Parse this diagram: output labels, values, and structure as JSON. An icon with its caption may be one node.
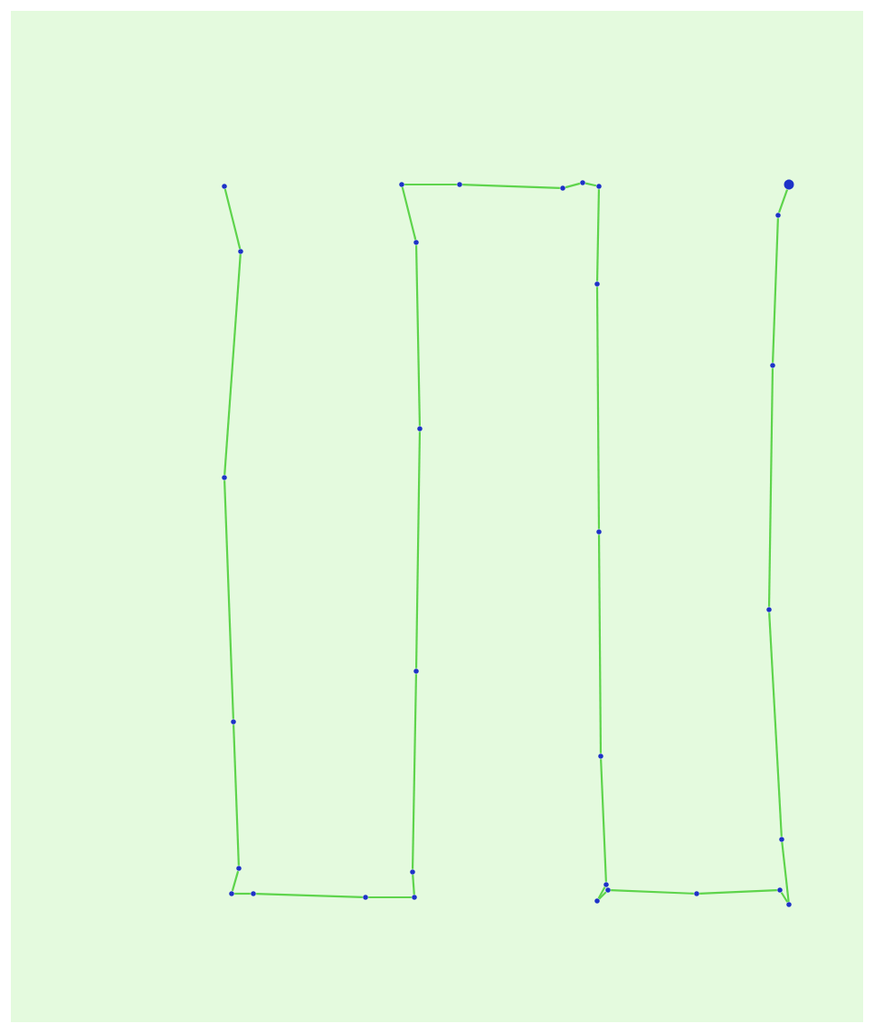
{
  "diagram": {
    "nodes": [
      {
        "text": [],
        "shape": "circle"
      },
      {
        "text": [],
        "shape": "circle"
      },
      {
        "text": [],
        "shape": "circle"
      },
      {
        "text": [],
        "shape": "circle"
      },
      {
        "text": [],
        "shape": "circle"
      },
      {
        "text": [],
        "shape": "circle"
      },
      {
        "text": [],
        "shape": "circle"
      },
      {
        "text": [],
        "shape": "circle"
      },
      {
        "text": [],
        "shape": "circle"
      },
      {
        "text": [],
        "shape": "circle"
      },
      {
        "text": [],
        "shape": "circle"
      },
      {
        "text": [],
        "shape": "circle"
      },
      {
        "text": [],
        "shape": "circle"
      },
      {
        "text": [],
        "shape": "circle"
      },
      {
        "text": [],
        "shape": "circle"
      },
      {
        "text": [],
        "shape": "circle"
      },
      {
        "text": [],
        "shape": "circle"
      },
      {
        "text": [],
        "shape": "circle"
      },
      {
        "text": [],
        "shape": "circle"
      },
      {
        "text": [],
        "shape": "circle"
      },
      {
        "text": [],
        "shape": "circle"
      },
      {
        "text": [],
        "shape": "circle"
      },
      {
        "text": [],
        "shape": "circle"
      },
      {
        "text": [],
        "shape": "circle"
      },
      {
        "text": [],
        "shape": "circle"
      },
      {
        "text": [],
        "shape": "circle"
      },
      {
        "text": [],
        "shape": "circle"
      },
      {
        "text": [],
        "shape": "circle"
      },
      {
        "text": [],
        "shape": "circle"
      },
      {
        "text": [],
        "shape": "circle"
      },
      {
        "text": [],
        "shape": "circle"
      },
      {
        "text": [],
        "shape": "circle"
      }
    ],
    "edges": [
      {
        "from": 0,
        "to": 1,
        "arrow": "none"
      },
      {
        "from": 1,
        "to": 2,
        "arrow": "none"
      },
      {
        "from": 2,
        "to": 3,
        "arrow": "none"
      },
      {
        "from": 3,
        "to": 4,
        "arrow": "none"
      },
      {
        "from": 4,
        "to": 5,
        "arrow": "none"
      },
      {
        "from": 5,
        "to": 6,
        "arrow": "none"
      },
      {
        "from": 6,
        "to": 7,
        "arrow": "none"
      },
      {
        "from": 7,
        "to": 8,
        "arrow": "none"
      },
      {
        "from": 8,
        "to": 9,
        "arrow": "none"
      },
      {
        "from": 9,
        "to": 10,
        "arrow": "none"
      },
      {
        "from": 10,
        "to": 11,
        "arrow": "none"
      },
      {
        "from": 11,
        "to": 12,
        "arrow": "none"
      },
      {
        "from": 12,
        "to": 13,
        "arrow": "none"
      },
      {
        "from": 13,
        "to": 14,
        "arrow": "none"
      },
      {
        "from": 14,
        "to": 15,
        "arrow": "none"
      },
      {
        "from": 15,
        "to": 16,
        "arrow": "none"
      },
      {
        "from": 16,
        "to": 17,
        "arrow": "none"
      },
      {
        "from": 17,
        "to": 18,
        "arrow": "none"
      },
      {
        "from": 18,
        "to": 19,
        "arrow": "none"
      },
      {
        "from": 19,
        "to": 20,
        "arrow": "none"
      },
      {
        "from": 20,
        "to": 21,
        "arrow": "none"
      },
      {
        "from": 21,
        "to": 22,
        "arrow": "none"
      },
      {
        "from": 22,
        "to": 23,
        "arrow": "none"
      },
      {
        "from": 23,
        "to": 24,
        "arrow": "none"
      },
      {
        "from": 24,
        "to": 25,
        "arrow": "none"
      },
      {
        "from": 25,
        "to": 26,
        "arrow": "none"
      },
      {
        "from": 26,
        "to": 27,
        "arrow": "none"
      },
      {
        "from": 27,
        "to": 28,
        "arrow": "none"
      },
      {
        "from": 28,
        "to": 29,
        "arrow": "none"
      },
      {
        "from": 29,
        "to": 30,
        "arrow": "none"
      },
      {
        "from": 30,
        "to": 31,
        "arrow": "none"
      }
    ]
  }
}
